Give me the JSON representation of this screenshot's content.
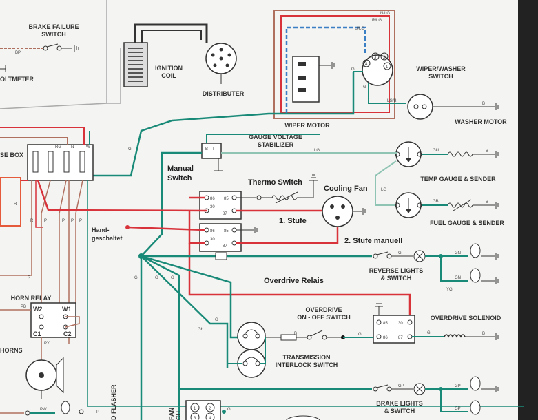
{
  "labels": {
    "brake_failure": "BRAKE FAILURE",
    "brake_failure_2": "SWITCH",
    "voltmeter": "OLTMETER",
    "ignition": "IGNITION",
    "coil": "COIL",
    "distributer": "DISTRIBUTER",
    "wiper_washer": "WIPER/WASHER",
    "wiper_washer_2": "SWITCH",
    "wiper_motor": "WIPER MOTOR",
    "washer_motor": "WASHER MOTOR",
    "fuse_box": "SE BOX",
    "gauge_stab": "GAUGE VOLTAGE",
    "gauge_stab_2": "STABILIZER",
    "manual": "Manual",
    "manual_2": "Switch",
    "thermo": "Thermo Switch",
    "cooling_fan": "Cooling Fan",
    "temp_gauge": "TEMP GAUGE & SENDER",
    "fuel_gauge": "FUEL GAUGE & SENDER",
    "stufe1": "1. Stufe",
    "stufe2": "2. Stufe manuell",
    "hand": "Hand-",
    "hand_2": "geschaltet",
    "reverse": "REVERSE LIGHTS",
    "reverse_2": "& SWITCH",
    "overdrive_relais": "Overdrive Relais",
    "horn_relay": "HORN RELAY",
    "horns": "HORNS",
    "od_switch": "OVERDRIVE",
    "od_switch_2": "ON - OFF SWITCH",
    "od_solenoid": "OVERDRIVE SOLENOID",
    "trans": "TRANSMISSION",
    "trans_2": "INTERLOCK SWITCH",
    "brake_lights": "BRAKE LIGHTS",
    "brake_lights_2": "& SWITCH",
    "flasher": "D FLASHER",
    "fan": "FAN",
    "fan_2": "CH"
  },
  "wire_codes": {
    "bp": "BP",
    "nlg": "N/LG",
    "rlg": "R/LG",
    "ulg": "U/LG",
    "lgb": "LG/B",
    "b": "B",
    "g": "G",
    "lg": "LG",
    "gu": "GU",
    "gb": "GB",
    "gn": "GN",
    "yg": "YG",
    "gp": "GP",
    "rg": "RG",
    "n": "N",
    "w": "W",
    "r": "R",
    "p": "P",
    "pb": "PB",
    "py": "PY",
    "pw": "PW",
    "gb2": "Gb"
  },
  "relay_pins": {
    "p86": "86",
    "p85": "85",
    "p30": "30",
    "p87": "87"
  },
  "horn_relay_pins": {
    "w2": "W2",
    "w1": "W1",
    "c1": "C1",
    "c2": "C2"
  },
  "fan_switch_pins": {
    "one": "1",
    "two": "2",
    "three": "3",
    "four": "4"
  },
  "colors": {
    "red": "#d8323b",
    "green": "#1a8a78",
    "light_green": "#8fc4b4",
    "brown": "#b07060",
    "blue": "#3b7fc4",
    "black": "#333333"
  }
}
